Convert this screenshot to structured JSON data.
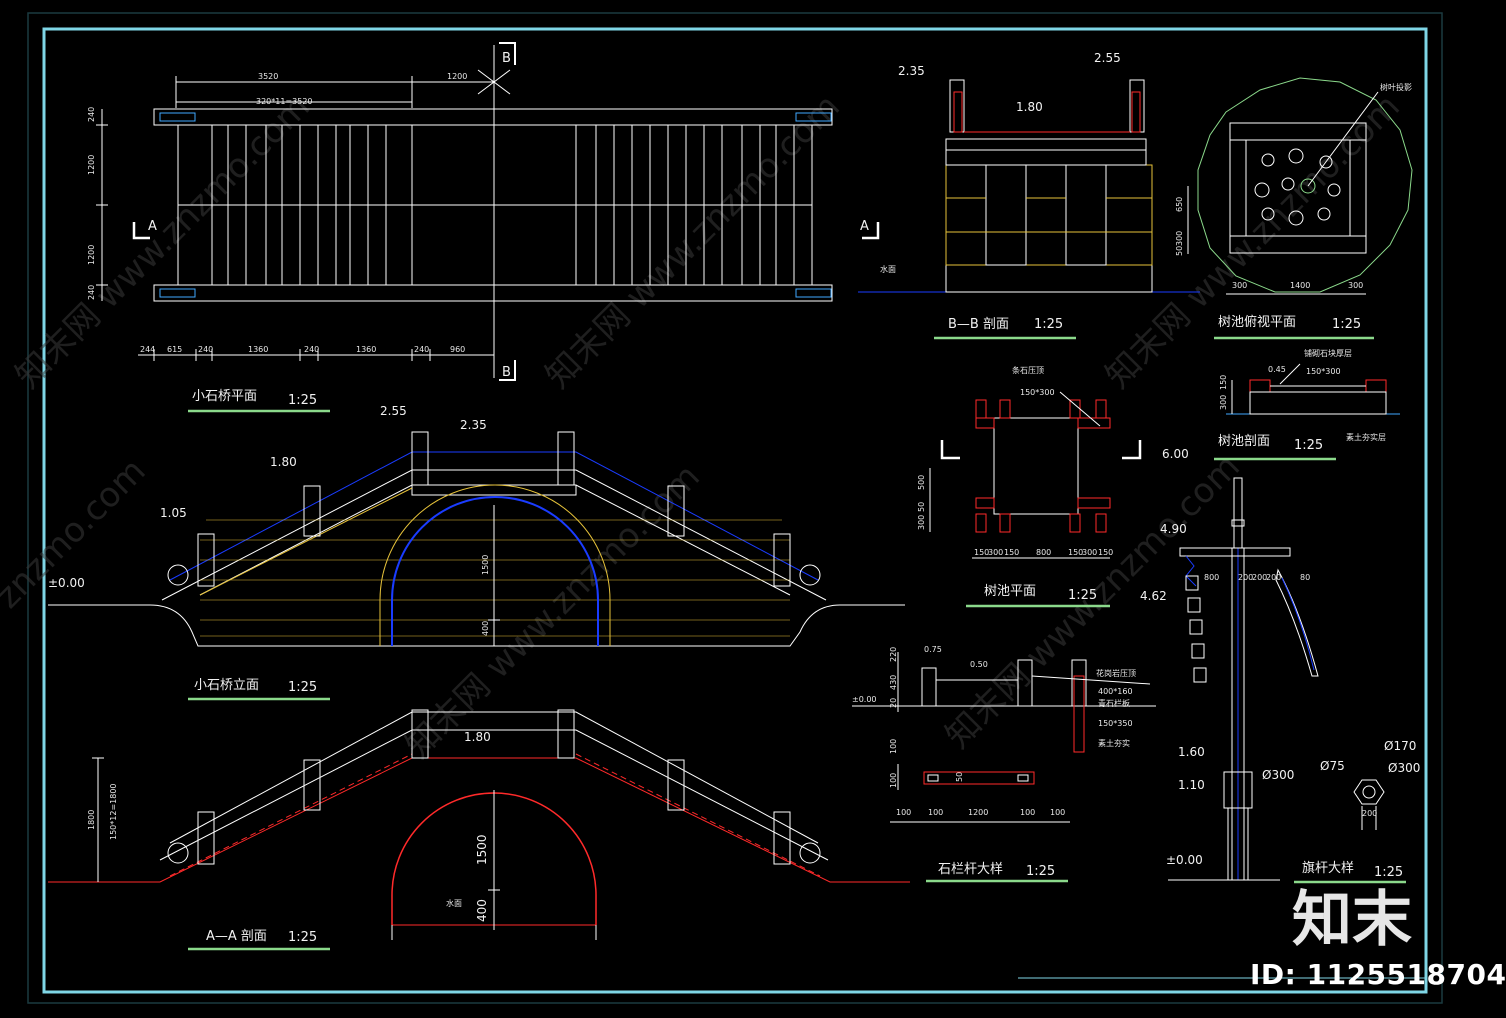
{
  "plan": {
    "title": "小石桥平面",
    "scale": "1:25",
    "dim_top_left": "3520",
    "dim_top_right": "1200",
    "dim_baluster": "320*11=3520",
    "dim_side": [
      "240",
      "1200",
      "1200",
      "240"
    ],
    "dim_bottom": [
      "244",
      "615",
      "240",
      "1360",
      "240",
      "1360",
      "240",
      "960"
    ],
    "section_a": "A",
    "section_b": "B"
  },
  "elevation": {
    "title": "小石桥立面",
    "scale": "1:25",
    "levels": [
      "2.55",
      "2.35",
      "1.80",
      "1.05",
      "±0.00"
    ],
    "dim_arch": "1500",
    "dim_water": "400"
  },
  "section_aa": {
    "title": "A—A 剖面",
    "scale": "1:25",
    "level": "1.80",
    "dim_side": "150*12=1800",
    "dim_side_total": "1800",
    "dim_arch": "1500",
    "dim_water": "400",
    "water_label": "水面"
  },
  "section_bb": {
    "title": "B—B  剖面",
    "scale": "1:25",
    "levels": [
      "2.35",
      "2.55",
      "1.80"
    ],
    "water_label": "水面"
  },
  "tree_pool_persp": {
    "title": "树池俯视平面",
    "scale": "1:25",
    "dims": [
      "300",
      "1400",
      "300"
    ],
    "side_dims": [
      "650",
      "300",
      "50"
    ],
    "note": "树叶投影"
  },
  "tree_pool_section": {
    "title": "树池剖面",
    "scale": "1:25",
    "level": "0.45",
    "note": "150*300",
    "note_top": "铺砌石块厚层",
    "note_bottom": "素土夯实层",
    "side_dims": [
      "300",
      "150"
    ]
  },
  "tree_pool_plan": {
    "title": "树池平面",
    "scale": "1:25",
    "note": "150*300",
    "note_top": "条石压顶",
    "dims": [
      "150",
      "300",
      "150",
      "800",
      "150",
      "300",
      "150"
    ],
    "side_dims": [
      "500",
      "50",
      "300"
    ]
  },
  "rail_detail": {
    "title": "石栏杆大样",
    "scale": "1:25",
    "levels": [
      "0.75",
      "0.50",
      "±0.00"
    ],
    "dims_bottom": [
      "100",
      "100",
      "1200",
      "100",
      "100"
    ],
    "side_dims": [
      "220",
      "430",
      "20",
      "100",
      "100",
      "50"
    ],
    "notes": [
      "花岗岩压顶",
      "400*160",
      "青石栏板",
      "150*350",
      "素土夯实"
    ]
  },
  "flagpole": {
    "title": "旗杆大样",
    "scale": "1:25",
    "levels": [
      "6.00",
      "4.90",
      "4.62",
      "1.60",
      "1.10",
      "±0.00"
    ],
    "dims": [
      "800",
      "200",
      "200",
      "200",
      "80"
    ],
    "diameters": [
      "Ø300",
      "Ø170",
      "Ø75",
      "Ø300"
    ],
    "dim_base": "200"
  },
  "brand": {
    "logo_text": "知末",
    "id_text": "ID: 1125518704",
    "watermarks": [
      "知末网 www.znzmo.com",
      "知末网",
      "znzmo.com"
    ]
  },
  "colors": {
    "frame": "#7fd6e6",
    "lines": "#ffffff",
    "cyan": "#3fa9ff",
    "red": "#ff2a2a",
    "yellow": "#e6c23a",
    "blue": "#1a3cff",
    "green": "#8bd98b"
  }
}
